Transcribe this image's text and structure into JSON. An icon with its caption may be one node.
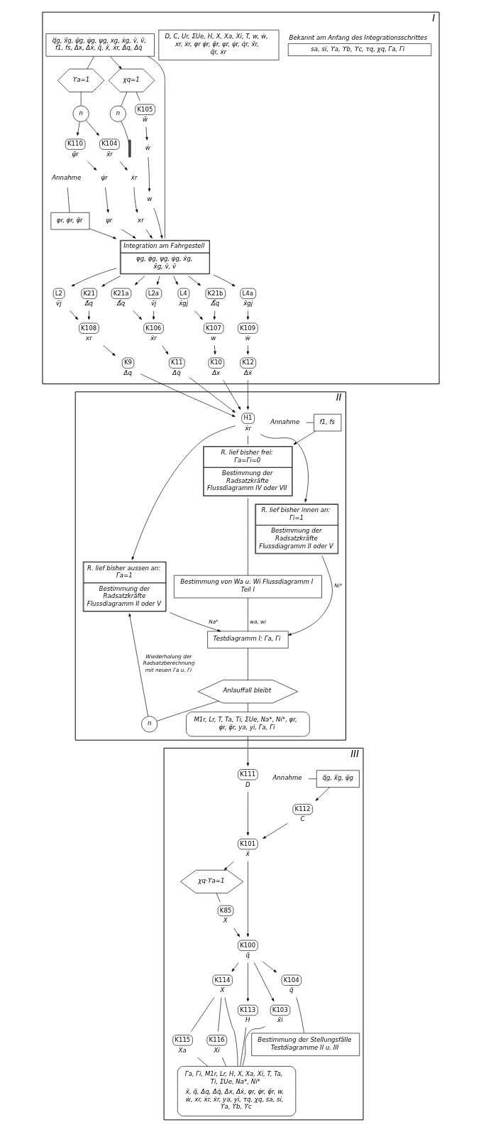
{
  "diagram": {
    "nodes": [
      {
        "text": [
          "I"
        ]
      },
      {
        "text": [
          "Bekannt am Anfang des Integrationsschrittes",
          "sa, si, ϒa, ϒb, ϒc, τq, χq, Γa, Γi"
        ],
        "in": 0
      },
      {
        "text": [
          "D, C, Ur, ΣUe, H, X, Xa, Xi, T, w, ẇ, xr, ẋr, φr φ̇r, φ̈r, ψr, ψ̇r, q̇r, ẍr, q̈r, ẋr"
        ],
        "in": 0
      },
      {
        "text": [
          "q⃛g, x⃛g, ψ̈g, ψ̇g, ψg, xg, ẋg, v̄, v̄̇, f1, fs, Δx, Δẋ, q̈, ẍ, ẋr, Δq, Δq̇"
        ],
        "in": 0
      },
      {
        "text": [
          "ϒa=1"
        ],
        "in": 0
      },
      {
        "text": [
          "n"
        ],
        "in": 0
      },
      {
        "text": [
          "χq=1"
        ],
        "in": 0
      },
      {
        "text": [
          "n"
        ],
        "in": 0
      },
      {
        "text": [],
        "shape": "bar",
        "in": 0
      },
      {
        "text": [
          "K104",
          "ẍr"
        ],
        "in": 0
      },
      {
        "text": [
          "ẋr"
        ],
        "in": 0
      },
      {
        "text": [
          "xr"
        ],
        "in": 0
      },
      {
        "text": [
          "K110",
          "ψ̈r"
        ],
        "in": 0
      },
      {
        "text": [
          "ψ̇r"
        ],
        "in": 0
      },
      {
        "text": [
          "ψr"
        ],
        "in": 0
      },
      {
        "text": [
          "w"
        ],
        "in": 0
      },
      {
        "text": [
          "ẇ"
        ],
        "in": 0
      },
      {
        "text": [
          "K105",
          "ẅ"
        ],
        "in": 0
      },
      {
        "text": [
          "Integration am Fahrgestell",
          "φg, φ̇g, ψg, ψ̇g, x̄g, x̄̇g, v̄, v̄̇"
        ],
        "in": 0
      },
      {
        "text": [
          "Annahme"
        ],
        "in": 0
      },
      {
        "text": [
          "φr, φ̇r, φ̈r"
        ],
        "in": 0
      },
      {
        "text": [
          "L2",
          "v̄j"
        ],
        "in": 0
      },
      {
        "text": [
          "L2a",
          "v̄̇j"
        ],
        "in": 0
      },
      {
        "text": [
          "L4",
          "x̄gj"
        ],
        "in": 0
      },
      {
        "text": [
          "L4a",
          "x̄̇gj"
        ],
        "in": 0
      },
      {
        "text": [
          "K21",
          "Δ̄q"
        ],
        "in": 0
      },
      {
        "text": [
          "K21a",
          "Δ̄̇q"
        ],
        "in": 0
      },
      {
        "text": [
          "K21b",
          "Δ̄̈q"
        ],
        "in": 0
      },
      {
        "text": [
          "K108",
          "xr"
        ],
        "in": 0
      },
      {
        "text": [
          "K106",
          "ẋr"
        ],
        "in": 0
      },
      {
        "text": [
          "K107",
          "w"
        ],
        "in": 0
      },
      {
        "text": [
          "K109",
          "ẇ"
        ],
        "in": 0
      },
      {
        "text": [
          "K9",
          "Δq"
        ],
        "in": 0
      },
      {
        "text": [
          "K11",
          "Δq̇"
        ],
        "in": 0
      },
      {
        "text": [
          "K10",
          "Δx"
        ],
        "in": 0
      },
      {
        "text": [
          "K12",
          "Δẋ"
        ],
        "in": 0
      },
      {
        "text": [
          "II"
        ]
      },
      {
        "text": [
          "Annahme"
        ],
        "in": 36
      },
      {
        "text": [
          "f1, fs"
        ],
        "in": 36
      },
      {
        "text": [
          "H1",
          "ẋr"
        ],
        "in": 36
      },
      {
        "text": [
          "R. lief bisher aussen an: Γa=1",
          "Bestimmung der Radsatzkräfte Flussdiagramm II oder V"
        ],
        "in": 36
      },
      {
        "text": [
          "R. lief bisher frei: Γa=Γi=0",
          "Bestimmung der Radsatzkräfte Flussdiagramm IV oder VII"
        ],
        "in": 36
      },
      {
        "text": [
          "R. lief bisher innen an: Γi=1",
          "Bestimmung der Radsatzkräfte Flussdiagramm II oder V"
        ],
        "in": 36
      },
      {
        "text": [
          "Bestimmung von Wa u. Wi Flussdiagramm I Teil I"
        ],
        "in": 36
      },
      {
        "text": [
          "Testdiagramm I: Γa, Γi"
        ],
        "in": 36
      },
      {
        "text": [
          "Anlauffall bleibt"
        ],
        "in": 36
      },
      {
        "text": [
          "n"
        ],
        "in": 36
      },
      {
        "text": [
          "M1r, Lr, T, Ta, Ti, ΣUe, Na*, Ni*, φr, φ̇r, φ̈r, ya, yi, Γa, Γi"
        ],
        "in": 36
      },
      {
        "text": [
          "III"
        ]
      },
      {
        "text": [
          "Annahme"
        ],
        "in": 48
      },
      {
        "text": [
          "q⃛g, x⃛g, ψ̈g"
        ],
        "in": 48
      },
      {
        "text": [
          "K111",
          "D"
        ],
        "in": 48
      },
      {
        "text": [
          "K112",
          "C"
        ],
        "in": 48
      },
      {
        "text": [
          "χq·ϒa=1"
        ],
        "in": 48
      },
      {
        "text": [
          "K101",
          "ẍ"
        ],
        "in": 48
      },
      {
        "text": [
          "K85",
          "X"
        ],
        "in": 48
      },
      {
        "text": [
          "K100",
          "q̈"
        ],
        "in": 48
      },
      {
        "text": [
          "K114",
          "X"
        ],
        "in": 48
      },
      {
        "text": [
          "K113",
          "H"
        ],
        "in": 48
      },
      {
        "text": [
          "K103",
          "ẍi"
        ],
        "in": 48
      },
      {
        "text": [
          "K104",
          "q̈"
        ],
        "in": 48
      },
      {
        "text": [
          "K115",
          "Xa"
        ],
        "in": 48
      },
      {
        "text": [
          "K116",
          "Xi"
        ],
        "in": 48
      },
      {
        "text": [
          "Bestimmung der Stellungsfälle Testdiagramme II u. III"
        ],
        "in": 48
      },
      {
        "text": [
          "Γa, Γi, M1r, Lr, H, X, Xa, Xi, T, Ta, Ti, ΣUe, Na*, Ni*",
          "ẍ, q̈, Δq, Δq̇, Δx, Δẋ, φr, φ̇r, φ̈r, w, ẇ, xr, ẋr, ẋr, ya, yi, τq, χq, sa, si, ϒa, ϒb, ϒc"
        ],
        "in": 48
      }
    ],
    "edges": [
      {
        "from": 3,
        "to": 4,
        "arrow": "none"
      },
      {
        "from": 3,
        "to": 6,
        "arrow": "to"
      },
      {
        "from": 4,
        "to": 5,
        "arrow": "none"
      },
      {
        "from": 5,
        "to": 9,
        "arrow": "to"
      },
      {
        "from": 5,
        "to": 12,
        "arrow": "to"
      },
      {
        "from": 6,
        "to": 7,
        "arrow": "none"
      },
      {
        "from": 7,
        "to": 8,
        "arrow": "none"
      },
      {
        "from": 6,
        "to": 17,
        "arrow": "none"
      },
      {
        "from": 9,
        "to": 10,
        "arrow": "to"
      },
      {
        "from": 10,
        "to": 11,
        "arrow": "to"
      },
      {
        "from": 12,
        "to": 13,
        "arrow": "to"
      },
      {
        "from": 13,
        "to": 14,
        "arrow": "to"
      },
      {
        "from": 17,
        "to": 16,
        "arrow": "to"
      },
      {
        "from": 16,
        "to": 15,
        "arrow": "to"
      },
      {
        "from": 19,
        "to": 20,
        "arrow": "none"
      },
      {
        "from": 11,
        "to": 18,
        "arrow": "to"
      },
      {
        "from": 14,
        "to": 18,
        "arrow": "to"
      },
      {
        "from": 15,
        "to": 18,
        "arrow": "to"
      },
      {
        "from": 20,
        "to": 18,
        "arrow": "to"
      },
      {
        "from": 3,
        "to": 18,
        "arrow": "none"
      },
      {
        "from": 18,
        "to": 21,
        "arrow": "to"
      },
      {
        "from": 18,
        "to": 22,
        "arrow": "to"
      },
      {
        "from": 18,
        "to": 23,
        "arrow": "to"
      },
      {
        "from": 18,
        "to": 24,
        "arrow": "to"
      },
      {
        "from": 18,
        "to": 25,
        "arrow": "to"
      },
      {
        "from": 18,
        "to": 26,
        "arrow": "to"
      },
      {
        "from": 18,
        "to": 27,
        "arrow": "to"
      },
      {
        "from": 21,
        "to": 28,
        "arrow": "to"
      },
      {
        "from": 22,
        "to": 29,
        "arrow": "to"
      },
      {
        "from": 23,
        "to": 30,
        "arrow": "to"
      },
      {
        "from": 24,
        "to": 31,
        "arrow": "to"
      },
      {
        "from": 25,
        "to": 28,
        "arrow": "to"
      },
      {
        "from": 26,
        "to": 29,
        "arrow": "to"
      },
      {
        "from": 27,
        "to": 30,
        "arrow": "to"
      },
      {
        "from": 28,
        "to": 32,
        "arrow": "to"
      },
      {
        "from": 29,
        "to": 33,
        "arrow": "to"
      },
      {
        "from": 30,
        "to": 34,
        "arrow": "to"
      },
      {
        "from": 31,
        "to": 35,
        "arrow": "to"
      },
      {
        "from": 32,
        "to": 39,
        "arrow": "to"
      },
      {
        "from": 33,
        "to": 39,
        "arrow": "to"
      },
      {
        "from": 34,
        "to": 39,
        "arrow": "to"
      },
      {
        "from": 35,
        "to": 39,
        "arrow": "to"
      },
      {
        "from": 37,
        "to": 38,
        "arrow": "none"
      },
      {
        "from": 38,
        "to": 41,
        "arrow": "to"
      },
      {
        "from": 39,
        "to": 40,
        "arrow": "to"
      },
      {
        "from": 39,
        "to": 41,
        "arrow": "none"
      },
      {
        "from": 39,
        "to": 42,
        "arrow": "to"
      },
      {
        "from": 41,
        "to": 43,
        "arrow": "none"
      },
      {
        "from": 40,
        "to": 44,
        "arrow": "to",
        "label": "Na*"
      },
      {
        "from": 43,
        "to": 44,
        "arrow": "none",
        "label": "wa, wi"
      },
      {
        "from": 42,
        "to": 44,
        "arrow": "to",
        "label": "Ni*"
      },
      {
        "from": 44,
        "to": 45,
        "arrow": "none"
      },
      {
        "from": 45,
        "to": 46,
        "arrow": "none"
      },
      {
        "from": 46,
        "to": 40,
        "arrow": "to",
        "label": "Wiederholung der Radsatzberechnung mit neuen Γa u. Γi"
      },
      {
        "from": 45,
        "to": 47,
        "arrow": "none"
      },
      {
        "from": 49,
        "to": 50,
        "arrow": "none"
      },
      {
        "from": 47,
        "to": 51,
        "arrow": "to"
      },
      {
        "from": 50,
        "to": 52,
        "arrow": "to"
      },
      {
        "from": 51,
        "to": 54,
        "arrow": "to"
      },
      {
        "from": 52,
        "to": 54,
        "arrow": "to"
      },
      {
        "from": 54,
        "to": 53,
        "arrow": "to"
      },
      {
        "from": 54,
        "to": 56,
        "arrow": "to"
      },
      {
        "from": 53,
        "to": 55,
        "arrow": "none"
      },
      {
        "from": 55,
        "to": 56,
        "arrow": "to"
      },
      {
        "from": 56,
        "to": 57,
        "arrow": "to"
      },
      {
        "from": 56,
        "to": 58,
        "arrow": "to"
      },
      {
        "from": 56,
        "to": 59,
        "arrow": "to"
      },
      {
        "from": 56,
        "to": 60,
        "arrow": "to"
      },
      {
        "from": 57,
        "to": 61,
        "arrow": "none"
      },
      {
        "from": 57,
        "to": 62,
        "arrow": "none"
      },
      {
        "from": 57,
        "to": 64,
        "arrow": "none"
      },
      {
        "from": 61,
        "to": 64,
        "arrow": "none"
      },
      {
        "from": 62,
        "to": 64,
        "arrow": "none"
      },
      {
        "from": 58,
        "to": 64,
        "arrow": "none"
      },
      {
        "from": 59,
        "to": 64,
        "arrow": "none"
      },
      {
        "from": 60,
        "to": 63,
        "arrow": "none"
      }
    ]
  }
}
